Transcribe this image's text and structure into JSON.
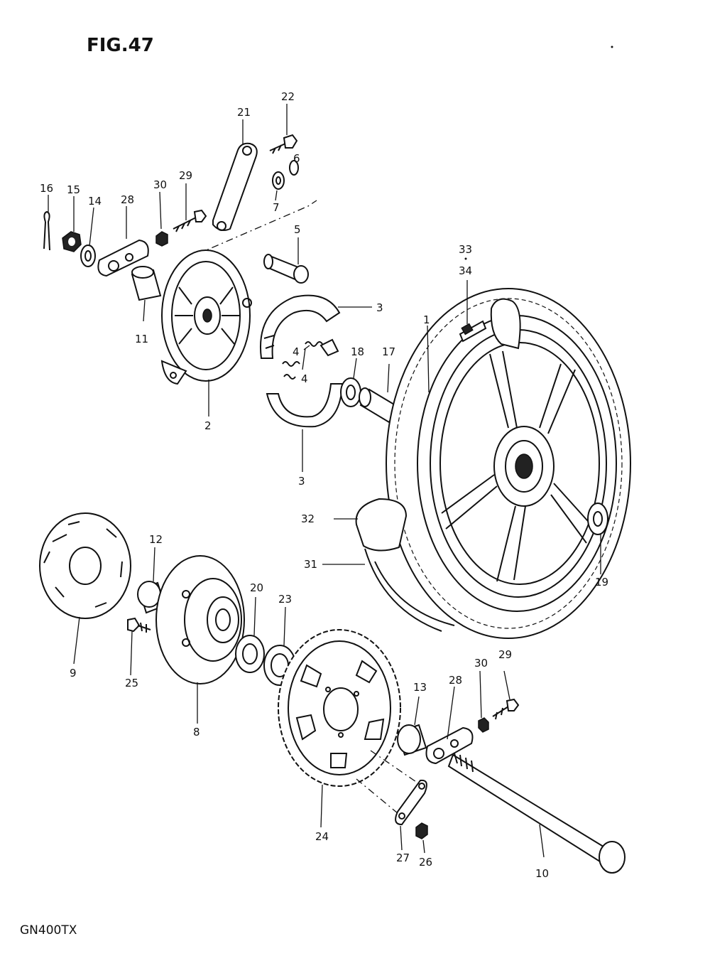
{
  "figure": {
    "title": "FIG.47",
    "model": "GN400TX"
  },
  "callouts": {
    "c1": "1",
    "c2": "2",
    "c3a": "3",
    "c3b": "3",
    "c4a": "4",
    "c4b": "4",
    "c5": "5",
    "c6": "6",
    "c7": "7",
    "c8": "8",
    "c9": "9",
    "c10": "10",
    "c11": "11",
    "c12": "12",
    "c13": "13",
    "c14": "14",
    "c15": "15",
    "c16": "16",
    "c17": "17",
    "c18": "18",
    "c19": "19",
    "c20": "20",
    "c21": "21",
    "c22": "22",
    "c23": "23",
    "c24": "24",
    "c25": "25",
    "c26": "26",
    "c27": "27",
    "c28a": "28",
    "c28b": "28",
    "c29a": "29",
    "c29b": "29",
    "c30a": "30",
    "c30b": "30",
    "c31": "31",
    "c32": "32",
    "c33": "33",
    "c34": "34"
  }
}
